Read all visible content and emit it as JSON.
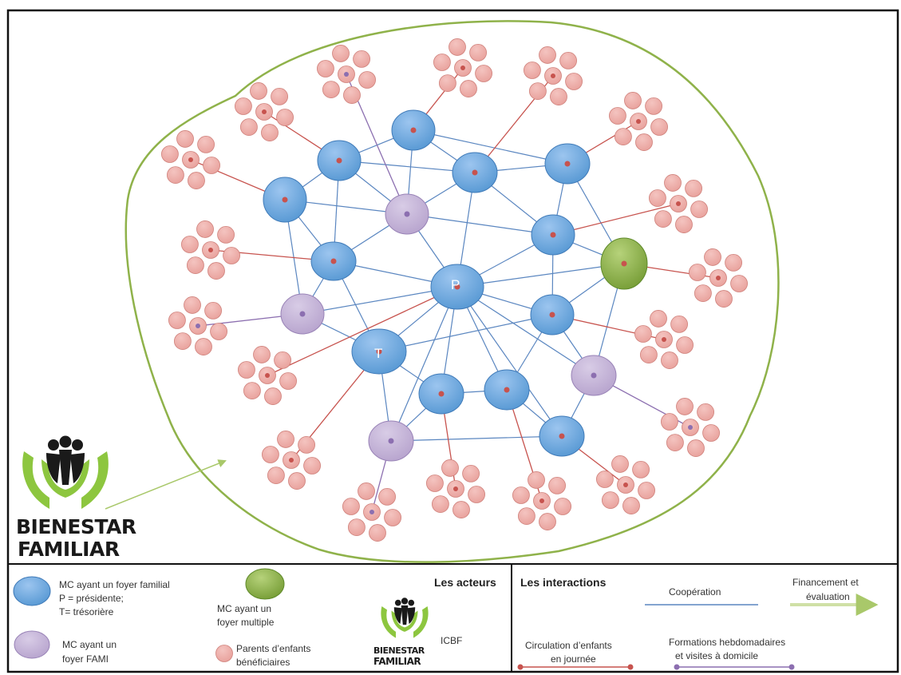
{
  "diagram": {
    "colors": {
      "frame": "#111111",
      "boundary": "#8fb24a",
      "cooperation": "#5a86c0",
      "child_circulation": "#c7534e",
      "training": "#8c6fb0",
      "mc_familial": "#5b9bd5",
      "mc_fami": "#b9a6cf",
      "mc_multiple": "#8fb24a",
      "parent": "#e9a39e"
    },
    "center_labels": {
      "president": "P",
      "treasurer": "T"
    }
  },
  "logo": {
    "line1": "BIENESTAR",
    "line2": "FAMILIAR"
  },
  "legend": {
    "actors": {
      "title": "Les acteurs",
      "familial_line1": "MC ayant un foyer familial",
      "familial_line2": "P = présidente;",
      "familial_line3": "T= trésorière",
      "fami_line1": "MC ayant un",
      "fami_line2": "foyer FAMI",
      "multiple_line1": "MC ayant un",
      "multiple_line2": "foyer multiple",
      "parents_line1": "Parents d’enfants",
      "parents_line2": "bénéficiaires",
      "icbf": "ICBF"
    },
    "interactions": {
      "title": "Les interactions",
      "cooperation": "Coopération",
      "financing_line1": "Financement et",
      "financing_line2": "évaluation",
      "circulation_line1": "Circulation d’enfants",
      "circulation_line2": "en journée",
      "training_line1": "Formations hebdomadaires",
      "training_line2": "et visites à domicile"
    }
  }
}
